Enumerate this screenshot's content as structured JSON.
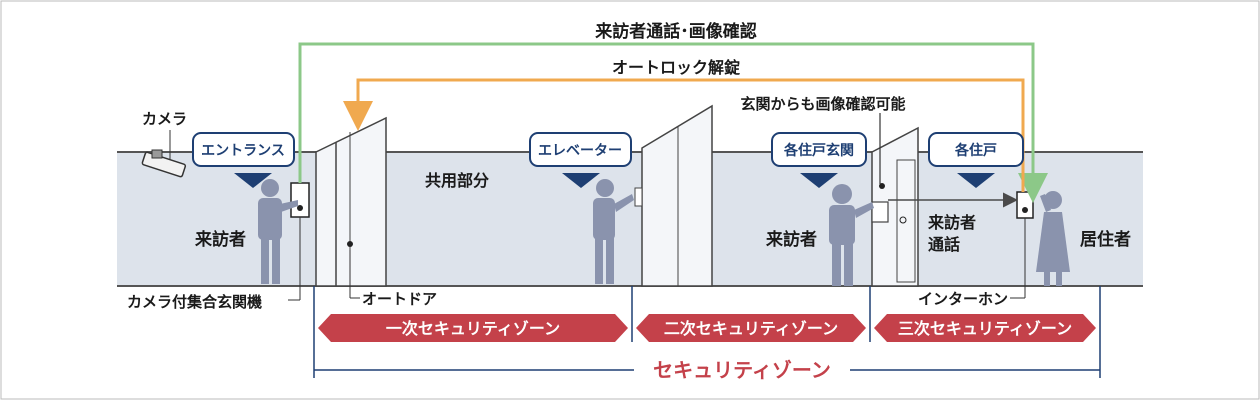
{
  "flows": {
    "visitor_call": "来訪者通話･画像確認",
    "auto_unlock": "オートロック解錠",
    "door_check": "玄関からも画像確認可能"
  },
  "badges": {
    "entrance": "エントランス",
    "elevator": "エレベーター",
    "unit_entrance": "各住戸玄関",
    "unit": "各住戸"
  },
  "labels": {
    "camera": "カメラ",
    "visitor_1": "来訪者",
    "common_area": "共用部分",
    "visitor_2": "来訪者",
    "visitor_call_line1": "来訪者",
    "visitor_call_line2": "通話",
    "resident": "居住者",
    "camera_panel": "カメラ付集合玄関機",
    "auto_door": "オートドア",
    "intercom": "インターホン"
  },
  "zones": {
    "primary": "一次セキュリティゾーン",
    "secondary": "二次セキュリティゾーン",
    "tertiary": "三次セキュリティゾーン",
    "overall": "セキュリティゾーン"
  },
  "colors": {
    "green_line": "#8cc888",
    "orange_line": "#f0a94f",
    "zone_red": "#c4414a",
    "navy": "#1e3f73",
    "wall": "#dde3eb",
    "figure": "#8a93ad"
  }
}
